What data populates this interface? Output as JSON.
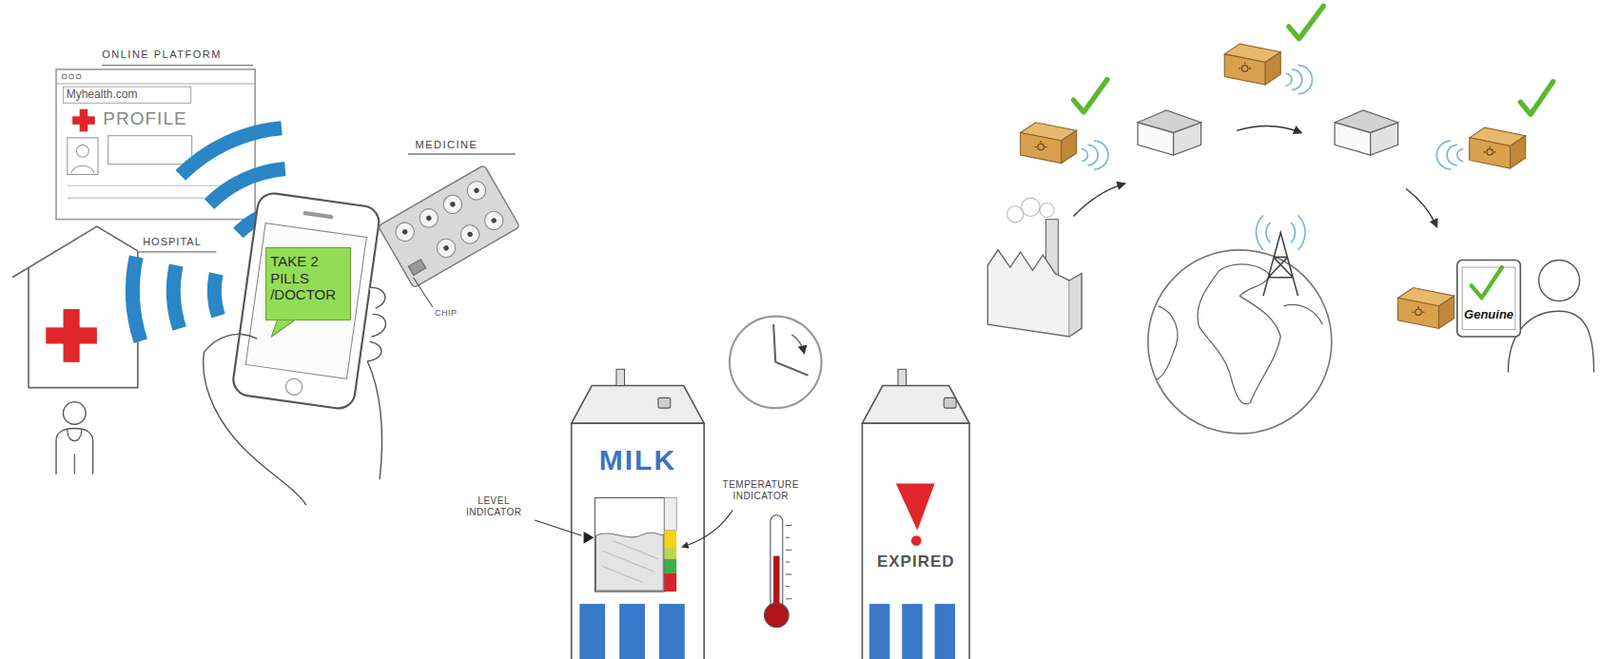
{
  "diagram": {
    "nodes": [
      {
        "text": [
          "ONLINE PLATFORM",
          "Myhealth.com",
          "PROFILE"
        ]
      },
      {
        "text": [
          "HOSPITAL"
        ]
      },
      {
        "text": [
          "TAKE 2 PILLS /DOCTOR"
        ]
      },
      {
        "text": [
          "MEDICINE"
        ]
      },
      {
        "text": [
          "MILK"
        ]
      },
      {
        "text": [
          "EXPIRED"
        ]
      },
      {
        "text": [
          "Genuine"
        ]
      }
    ],
    "labels": [
      "CHIP",
      "LEVEL INDICATOR",
      "TEMPERATURE INDICATOR"
    ]
  }
}
